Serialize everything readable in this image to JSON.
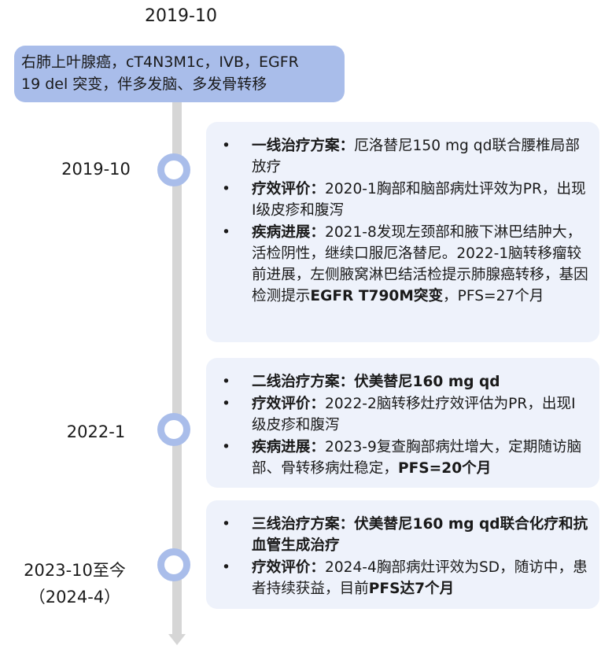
{
  "header": {
    "date": "2019-10",
    "diagnosis_line1": "右肺上叶腺癌，cT4N3M1c，IVB，EGFR",
    "diagnosis_line2": "19 del 突变，伴多发脑、多发骨转移"
  },
  "bullet": "•",
  "stages": [
    {
      "date": "2019-10",
      "items": [
        {
          "label": "一线治疗方案：",
          "text": "厄洛替尼150 mg qd联合腰椎局部放疗"
        },
        {
          "label": "疗效评价：",
          "text": "2020-1胸部和脑部病灶评效为PR，出现I级皮疹和腹泻"
        },
        {
          "label": "疾病进展：",
          "text": "2021-8发现左颈部和腋下淋巴结肿大，活检阴性，继续口服厄洛替尼。2022-1脑转移瘤较前进展，左侧腋窝淋巴结活检提示肺腺癌转移，基因检测提示",
          "bold_tail": "EGFR T790M突变",
          "tail": "，PFS=27个月"
        }
      ]
    },
    {
      "date": "2022-1",
      "items": [
        {
          "label": "二线治疗方案：伏美替尼160 mg qd",
          "text": ""
        },
        {
          "label": "疗效评价：",
          "text": "2022-2脑转移灶疗效评估为PR，出现I级皮疹和腹泻"
        },
        {
          "label": "疾病进展：",
          "text": "2023-9复查胸部病灶增大，定期随访脑部、骨转移病灶稳定，",
          "bold_tail": "PFS=20个月"
        }
      ]
    },
    {
      "date": "2023-10至今",
      "date_sub": "（2024-4）",
      "items": [
        {
          "label": "三线治疗方案：伏美替尼160 mg qd联合化疗和抗血管生成治疗",
          "text": ""
        },
        {
          "label": "疗效评价：",
          "text": "2024-4胸部病灶评效为SD，随访中，患者持续获益，目前",
          "bold_tail": "PFS达7个月"
        }
      ]
    }
  ],
  "colors": {
    "accent": "#a9bdea",
    "card_bg": "#eef2fb",
    "axis": "#d6d6d6"
  }
}
